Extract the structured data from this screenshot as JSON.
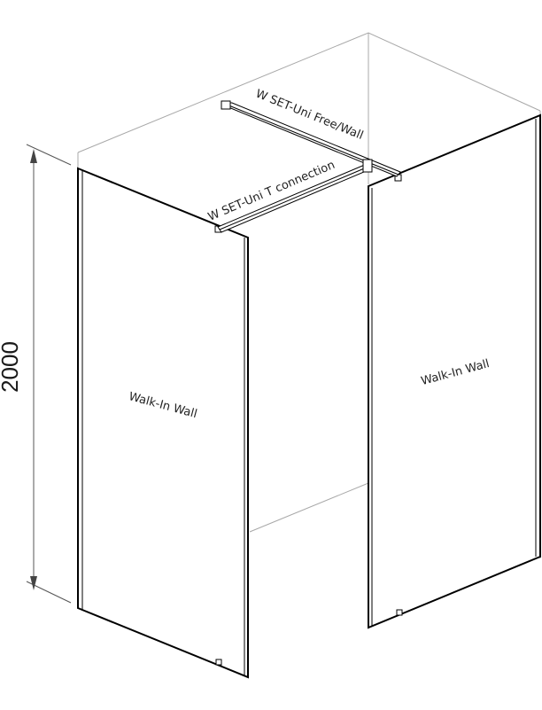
{
  "labels": {
    "panel_left": "Walk-In Wall",
    "panel_right": "Walk-In Wall",
    "bar_free_wall": "W SET-Uni Free/Wall",
    "bar_t_connection": "W SET-Uni T connection"
  },
  "dimension": {
    "height": "2000"
  },
  "colors": {
    "outline": "#000000",
    "room_lines": "#a8a8a8",
    "text": "#222222"
  }
}
